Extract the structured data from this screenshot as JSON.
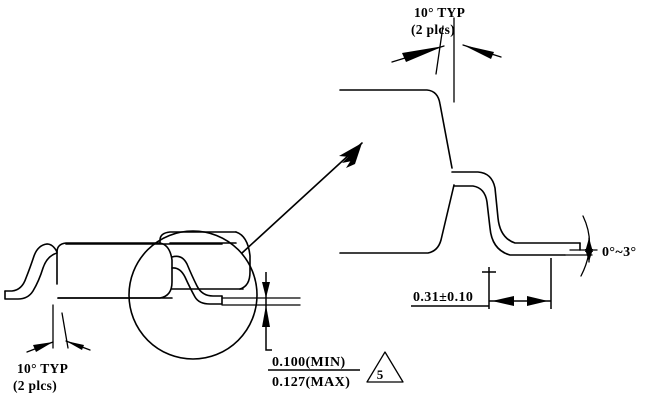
{
  "drawing": {
    "type": "mechanical-package-outline",
    "title": "",
    "views": {
      "main_view": {
        "name": "package-side-view",
        "description": "SOIC style package body with gullwing leads, side elevation"
      },
      "detail_view": {
        "name": "lead-detail-enlarged",
        "description": "Enlarged detail of lead foot and body draft"
      }
    }
  },
  "annotations": {
    "angle_top": {
      "line1": "10° TYP",
      "line2": "(2 plcs)"
    },
    "angle_bottom_left": {
      "line1": "10° TYP",
      "line2": "(2 plcs)"
    },
    "standoff": {
      "min": "0.100(MIN)",
      "max": "0.127(MAX)"
    },
    "foot_length": "0.31±0.10",
    "foot_angle": "0°~3°",
    "note_flag": "5"
  },
  "colors": {
    "line": "#000000",
    "background": "#ffffff",
    "text": "#000000"
  }
}
